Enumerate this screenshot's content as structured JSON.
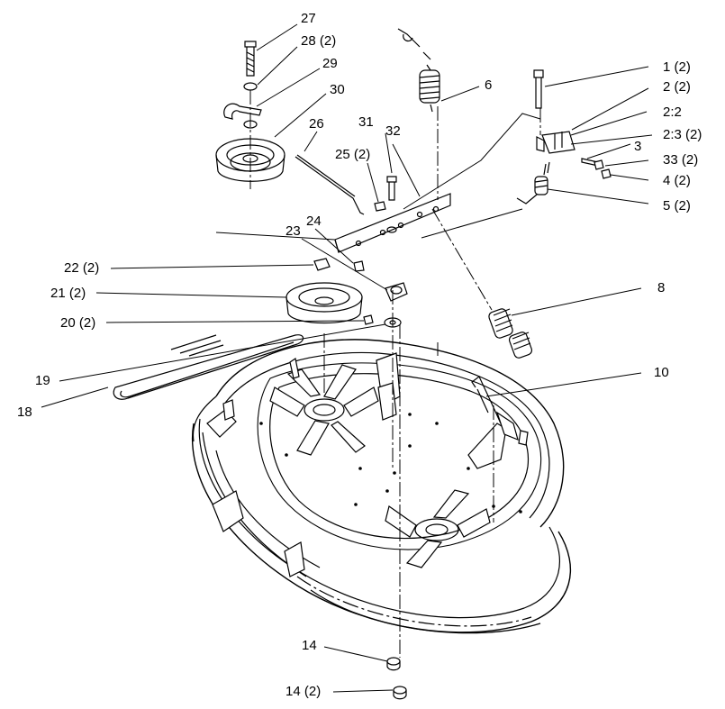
{
  "labels": {
    "l27": "27",
    "l28": "28 (2)",
    "l29": "29",
    "l30": "30",
    "l26": "26",
    "l31": "31",
    "l32": "32",
    "l25": "25 (2)",
    "l24": "24",
    "l23": "23",
    "l22": "22 (2)",
    "l21": "21 (2)",
    "l20": "20 (2)",
    "l19": "19",
    "l18": "18",
    "l6": "6",
    "l1": "1 (2)",
    "l2": "2 (2)",
    "l22b": "2:2",
    "l23b": "2:3 (2)",
    "l3": "3",
    "l33": "33 (2)",
    "l4": "4 (2)",
    "l5": "5 (2)",
    "l8": "8",
    "l10": "10",
    "l14a": "14",
    "l14b": "14 (2)"
  }
}
